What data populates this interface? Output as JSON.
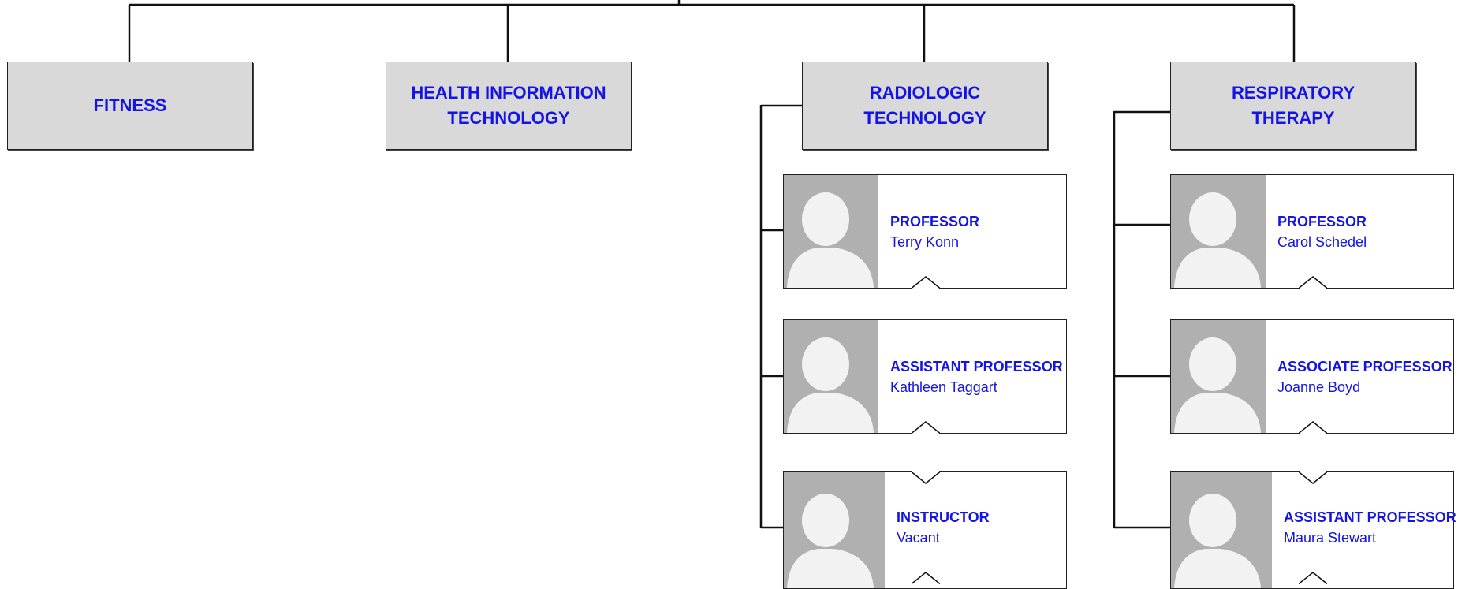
{
  "departments": [
    {
      "line1": "FITNESS",
      "line2": ""
    },
    {
      "line1": "HEALTH INFORMATION",
      "line2": "TECHNOLOGY"
    },
    {
      "line1": "RADIOLOGIC",
      "line2": "TECHNOLOGY"
    },
    {
      "line1": "RESPIRATORY",
      "line2": "THERAPY"
    }
  ],
  "radiologic_staff": [
    {
      "title": "PROFESSOR",
      "name": "Terry Konn"
    },
    {
      "title": "ASSISTANT PROFESSOR",
      "name": "Kathleen Taggart"
    },
    {
      "title": "INSTRUCTOR",
      "name": "Vacant"
    }
  ],
  "respiratory_staff": [
    {
      "title": "PROFESSOR",
      "name": "Carol Schedel"
    },
    {
      "title": "ASSOCIATE PROFESSOR",
      "name": "Joanne Boyd"
    },
    {
      "title": "ASSISTANT PROFESSOR",
      "name": "Maura Stewart"
    }
  ],
  "colors": {
    "text": "#1414e6",
    "box_fill": "#d9d9d9",
    "photo_bg": "#b0b0b0",
    "line": "#111111"
  }
}
